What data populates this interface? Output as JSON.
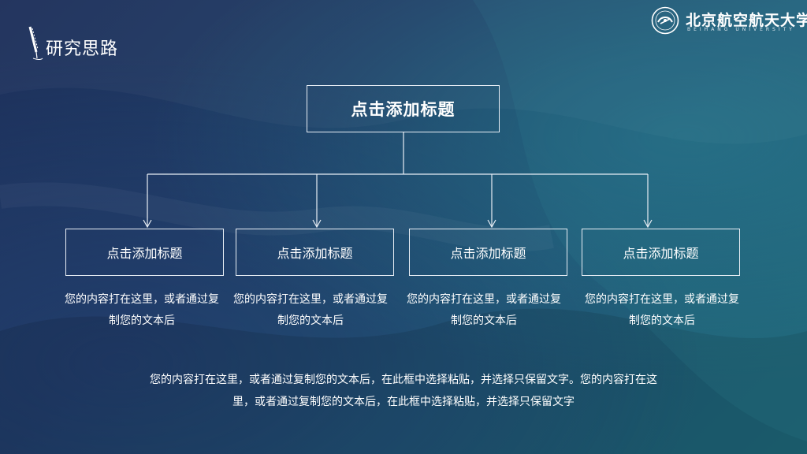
{
  "header": {
    "title": "研究思路"
  },
  "logo": {
    "name": "北京航空航天大学",
    "subtitle": "BEIHANG UNIVERSITY"
  },
  "diagram": {
    "root_title": "点击添加标题",
    "children": [
      {
        "title": "点击添加标题",
        "description": "您的内容打在这里，或者通过复制您的文本后"
      },
      {
        "title": "点击添加标题",
        "description": "您的内容打在这里，或者通过复制您的文本后"
      },
      {
        "title": "点击添加标题",
        "description": "您的内容打在这里，或者通过复制您的文本后"
      },
      {
        "title": "点击添加标题",
        "description": "您的内容打在这里，或者通过复制您的文本后"
      }
    ]
  },
  "summary": {
    "text": "您的内容打在这里，或者通过复制您的文本后，在此框中选择粘贴，并选择只保留文字。您的内容打在这里，或者通过复制您的文本后，在此框中选择粘贴，并选择只保留文字"
  },
  "colors": {
    "line": "#e8eef5",
    "text": "#ffffff"
  }
}
